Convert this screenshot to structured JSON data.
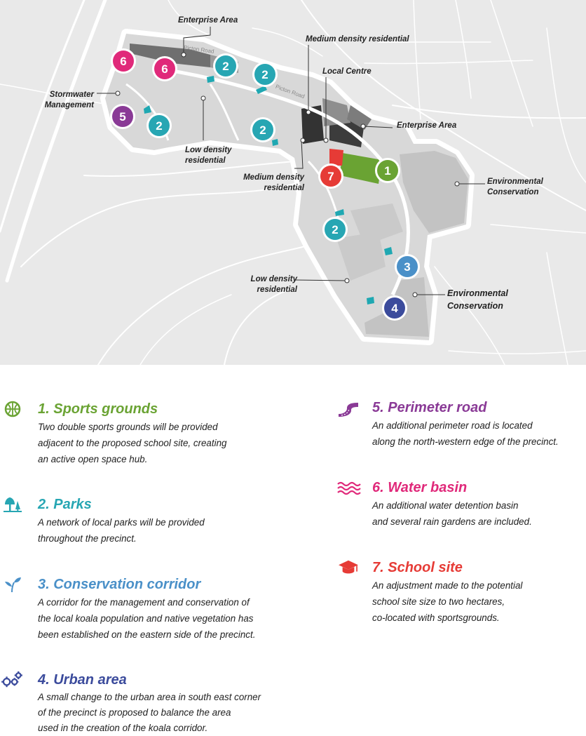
{
  "map": {
    "callouts": {
      "enterprise_top": "Enterprise Area",
      "medium_top": "Medium density residential",
      "local_centre": "Local Centre",
      "stormwater": [
        "Stormwater",
        "Management"
      ],
      "enterprise_right": "Enterprise Area",
      "low_left": [
        "Low density",
        "residential"
      ],
      "medium_mid": [
        "Medium density",
        "residential"
      ],
      "env_right": [
        "Environmental",
        "Conservation"
      ],
      "low_bottom": [
        "Low density",
        "residential"
      ],
      "env_bottom": [
        "Environmental",
        "Conservation"
      ]
    },
    "road_labels": {
      "picton_1": "Picton Road",
      "picton_2": "Picton Road"
    },
    "markers": [
      {
        "id": "m6a",
        "label": "6",
        "color": "#e0297a"
      },
      {
        "id": "m6b",
        "label": "6",
        "color": "#e0297a"
      },
      {
        "id": "m2a",
        "label": "2",
        "color": "#27a6b3"
      },
      {
        "id": "m2b",
        "label": "2",
        "color": "#27a6b3"
      },
      {
        "id": "m5",
        "label": "5",
        "color": "#8a3a96"
      },
      {
        "id": "m2c",
        "label": "2",
        "color": "#27a6b3"
      },
      {
        "id": "m2d",
        "label": "2",
        "color": "#27a6b3"
      },
      {
        "id": "m7",
        "label": "7",
        "color": "#e63b36"
      },
      {
        "id": "m1",
        "label": "1",
        "color": "#6aa333"
      },
      {
        "id": "m2e",
        "label": "2",
        "color": "#27a6b3"
      },
      {
        "id": "m3",
        "label": "3",
        "color": "#4a90c8"
      },
      {
        "id": "m4",
        "label": "4",
        "color": "#3b4b9c"
      }
    ]
  },
  "legend": [
    {
      "title": "1. Sports grounds",
      "color": "#6aa333",
      "icon": "sports-ball-icon",
      "lines": [
        "Two double sports grounds will be provided",
        "adjacent to the proposed school site, creating",
        "an active open space hub."
      ]
    },
    {
      "title": "2. Parks",
      "color": "#27a6b3",
      "icon": "trees-icon",
      "lines": [
        "A network of local parks will be provided",
        "throughout the precinct."
      ]
    },
    {
      "title": "3. Conservation corridor",
      "color": "#4a90c8",
      "icon": "sprout-icon",
      "lines": [
        "A corridor for the management and conservation of",
        "the local koala population and native vegetation has",
        "been established on the eastern side of the precinct."
      ]
    },
    {
      "title": "4. Urban area",
      "color": "#3b4b9c",
      "icon": "gears-icon",
      "lines": [
        "A small change to the urban area in south east corner",
        "of the precinct is proposed to balance the area",
        "used in the creation of the koala corridor."
      ]
    },
    {
      "title": "5. Perimeter road",
      "color": "#8a3a96",
      "icon": "road-icon",
      "lines": [
        "An additional perimeter road is located",
        "along the north-western edge of the precinct."
      ]
    },
    {
      "title": "6. Water basin",
      "color": "#e0297a",
      "icon": "water-waves-icon",
      "lines": [
        "An additional water detention basin",
        "and several rain gardens are included."
      ]
    },
    {
      "title": "7. School site",
      "color": "#e63b36",
      "icon": "graduation-cap-icon",
      "lines": [
        "An adjustment made to the potential",
        "school site size to two hectares,",
        "co-located with sportsgrounds."
      ]
    }
  ]
}
